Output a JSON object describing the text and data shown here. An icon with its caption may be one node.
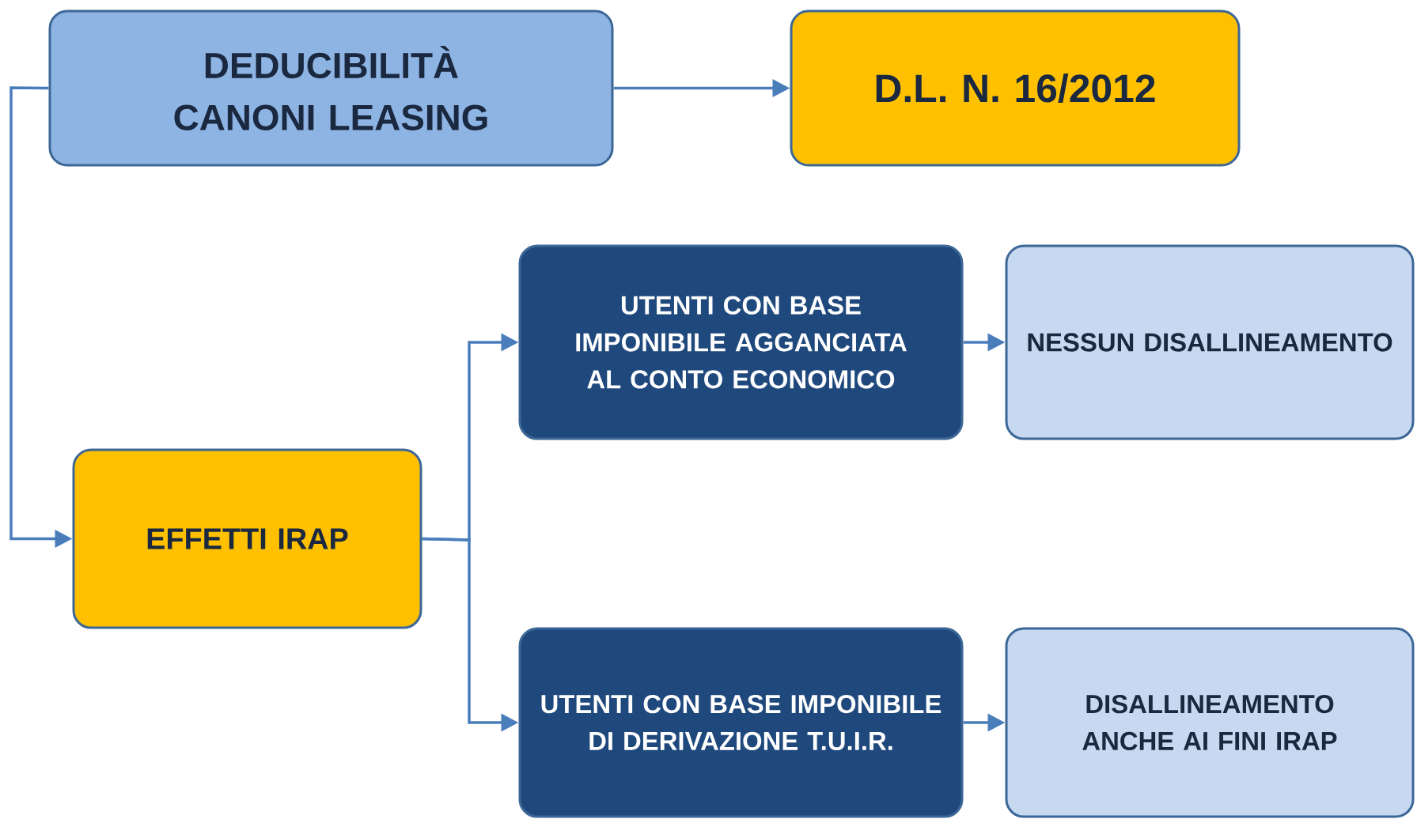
{
  "diagram": {
    "nodes": [
      {
        "text": [
          "DEDUCIBILITÀ CANONI LEASING"
        ]
      },
      {
        "text": [
          "D.L. N. 16/2012"
        ]
      },
      {
        "text": [
          "EFFETTI IRAP"
        ]
      },
      {
        "text": [
          "UTENTI CON BASE IMPONIBILE AGGANCIATA AL CONTO ECONOMICO"
        ]
      },
      {
        "text": [
          "NESSUN DISALLINEAMENTO"
        ]
      },
      {
        "text": [
          "UTENTI CON BASE IMPONIBILE DI DERIVAZIONE T.U.I.R."
        ]
      },
      {
        "text": [
          "DISALLINEAMENTO ANCHE AI FINI IRAP"
        ]
      }
    ],
    "edges": [
      {
        "from": 0,
        "to": 1,
        "arrow": "to"
      },
      {
        "from": 0,
        "to": 2,
        "arrow": "to"
      },
      {
        "from": 2,
        "to": 3,
        "arrow": "to"
      },
      {
        "from": 2,
        "to": 5,
        "arrow": "to"
      },
      {
        "from": 3,
        "to": 4,
        "arrow": "to"
      },
      {
        "from": 5,
        "to": 6,
        "arrow": "to"
      }
    ]
  }
}
